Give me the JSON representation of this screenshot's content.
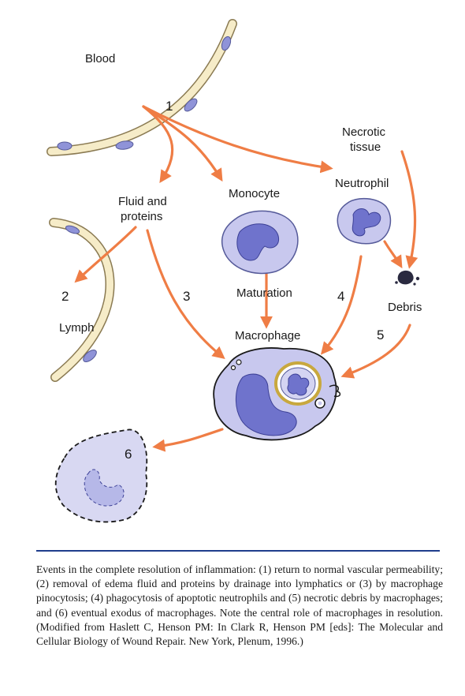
{
  "labels": {
    "blood": "Blood",
    "necrotic_tissue_line1": "Necrotic",
    "necrotic_tissue_line2": "tissue",
    "neutrophil": "Neutrophil",
    "monocyte": "Monocyte",
    "fluid_line1": "Fluid and",
    "fluid_line2": "proteins",
    "maturation": "Maturation",
    "macrophage": "Macrophage",
    "lymph": "Lymph",
    "debris": "Debris"
  },
  "step_numbers": [
    "1",
    "2",
    "3",
    "4",
    "5",
    "6"
  ],
  "caption": "Events in the complete resolution of inflammation: (1) return to normal vascular permeability; (2) removal of edema fluid and proteins by drainage into lymphatics or (3) by macrophage pinocytosis; (4) phagocytosis of apoptotic neutrophils and (5) necrotic debris by macrophages; and (6) eventual exodus of macrophages. Note the central role of macrophages in resolution. (Modified from Haslett C, Henson PM: In Clark R, Henson PM [eds]: The Molecular and Cellular Biology of Wound Repair. New York, Plenum, 1996.)",
  "colors": {
    "arrow": "#ef7d45",
    "vessel_fill": "#f6ecc8",
    "vessel_stroke": "#8a7a52",
    "cell_fill": "#c8c8ee",
    "nucleus_fill": "#6f73cc",
    "caption_rule": "#1f3d8c"
  }
}
